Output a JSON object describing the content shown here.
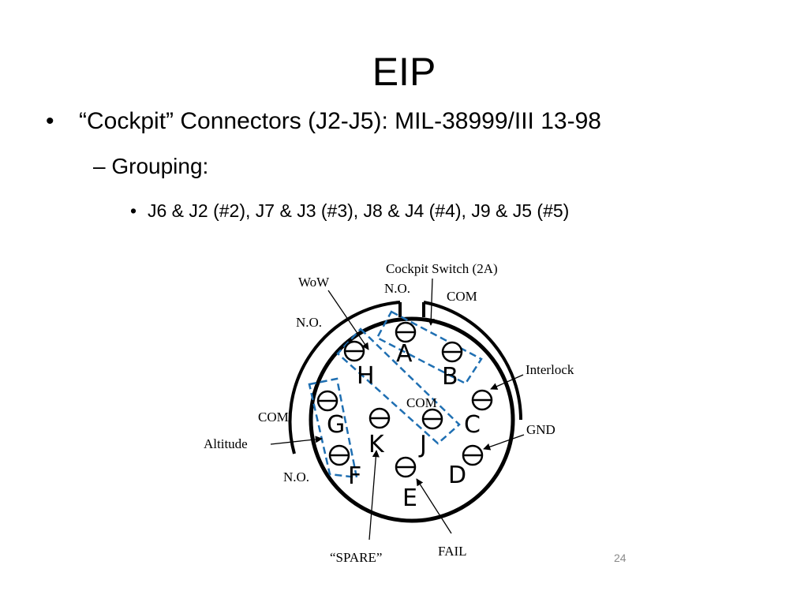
{
  "slide": {
    "title": "EIP",
    "bullet1": "“Cockpit” Connectors (J2-J5): MIL-38999/III 13-98",
    "bullet2_marker": "–",
    "bullet2": "Grouping:",
    "bullet3": "J6 & J2 (#2), J7 & J3 (#3), J8 & J4 (#4), J9 & J5 (#5)",
    "page_number": "24"
  },
  "diagram": {
    "pins": [
      {
        "letter": "A"
      },
      {
        "letter": "B"
      },
      {
        "letter": "C"
      },
      {
        "letter": "D"
      },
      {
        "letter": "E"
      },
      {
        "letter": "F"
      },
      {
        "letter": "G"
      },
      {
        "letter": "H"
      },
      {
        "letter": "J"
      },
      {
        "letter": "K"
      }
    ],
    "labels": {
      "cockpit_switch": "Cockpit Switch (2A)",
      "wow": "WoW",
      "no_top": "N.O.",
      "com_top": "COM",
      "no_left": "N.O.",
      "interlock": "Interlock",
      "com_center": "COM",
      "com_left": "COM",
      "gnd": "GND",
      "altitude": "Altitude",
      "no_bottom": "N.O.",
      "spare": "“SPARE”",
      "fail": "FAIL"
    },
    "colors": {
      "group_box": "#1f6fb2",
      "outline": "#000000"
    }
  }
}
